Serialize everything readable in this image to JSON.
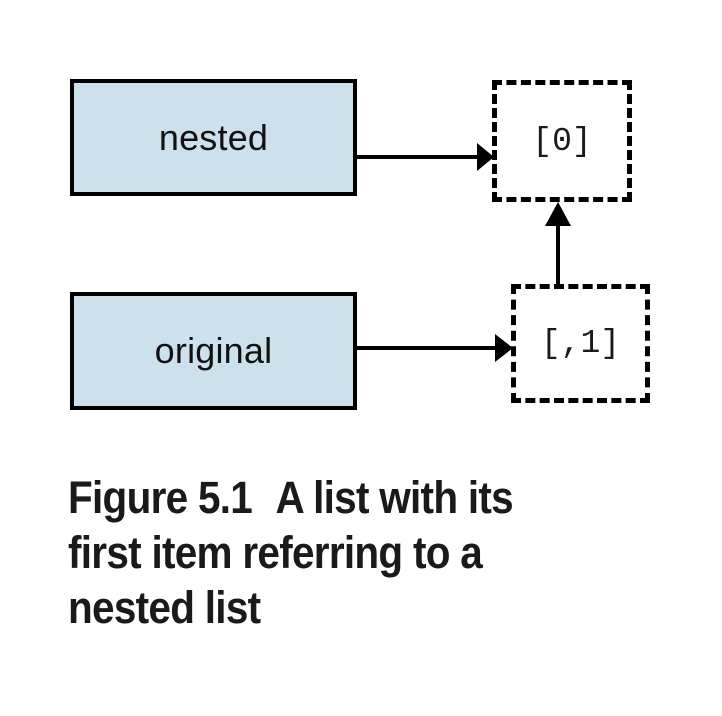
{
  "figure": {
    "background_color": "#ffffff",
    "box_fill_color": "#cde1ed",
    "stroke_color": "#000000",
    "text_color": "#1a1a1a",
    "variable_boxes": [
      {
        "id": "nested",
        "label": "nested"
      },
      {
        "id": "original",
        "label": "original"
      }
    ],
    "cell_boxes": [
      {
        "id": "cell-zero",
        "label": "[0]"
      },
      {
        "id": "cell-one",
        "label": "[,1]"
      }
    ],
    "arrows": [
      {
        "id": "nested-to-cell-zero",
        "from": "nested",
        "to": "cell-zero",
        "direction": "right"
      },
      {
        "id": "original-to-cell-one",
        "from": "original",
        "to": "cell-one",
        "direction": "right"
      },
      {
        "id": "cell-one-to-cell-zero",
        "from": "cell-one",
        "to": "cell-zero",
        "direction": "up"
      }
    ]
  },
  "caption": {
    "number_label": "Figure 5.1",
    "line1_rest": "A list with its",
    "line2": "first item referring to a",
    "line3": "nested list",
    "full_text": "Figure 5.1    A list with its first item referring to a nested list"
  }
}
